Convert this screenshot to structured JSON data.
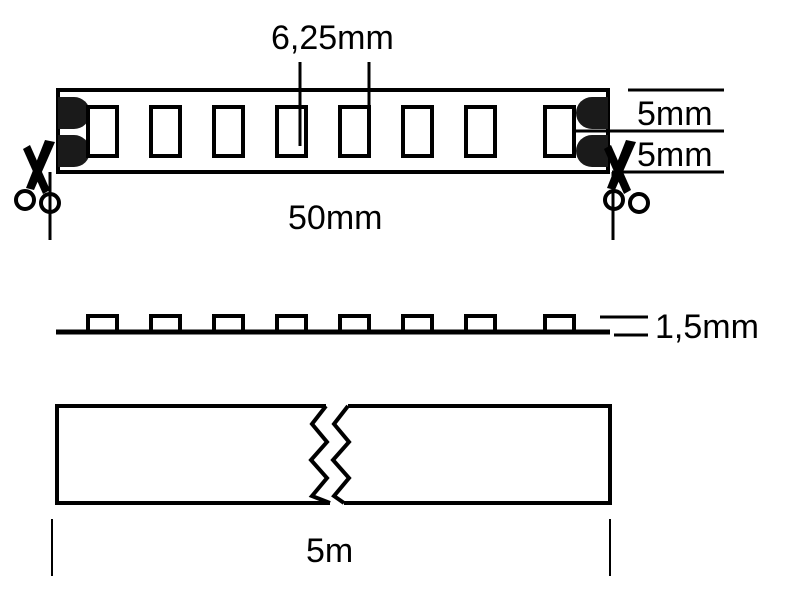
{
  "drawing": {
    "title": "LED strip technical dimension drawing",
    "background_color": "#ffffff",
    "line_color": "#000000",
    "pad_color": "#1a1a1a",
    "views": {
      "top_view": {
        "name": "LED strip top view",
        "led_count": 8,
        "solder_pad_count_per_side": 2,
        "cut_marks": 2
      },
      "side_view": {
        "name": "LED strip side profile view",
        "led_count": 8
      },
      "roll_view": {
        "name": "LED strip full reel length view",
        "break_symbol": "zigzag"
      }
    },
    "dimensions": {
      "led_pitch": "6,25mm",
      "cut_segment_length": "50mm",
      "strip_width_upper": "5mm",
      "strip_width_lower": "5mm",
      "strip_thickness": "1,5mm",
      "reel_length": "5m"
    },
    "icons": {
      "scissors_left": "scissors-icon",
      "scissors_right": "scissors-icon"
    }
  }
}
